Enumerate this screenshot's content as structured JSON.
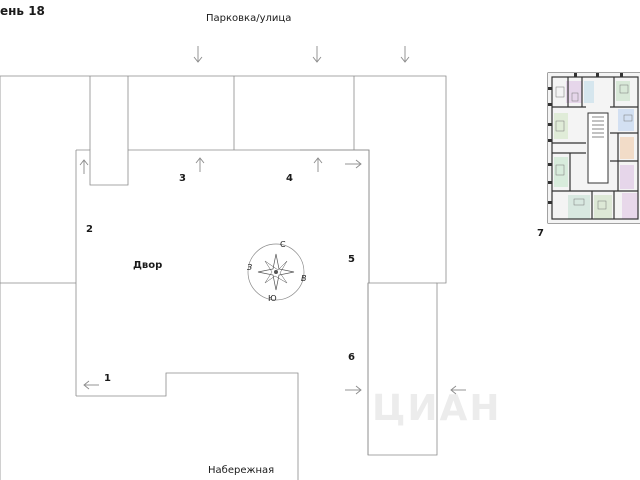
{
  "header": {
    "floor_title": "ень 18"
  },
  "labels": {
    "top_street": "Парковка/улица",
    "bottom_street": "Набережная",
    "courtyard": "Двор"
  },
  "sections": [
    "1",
    "2",
    "3",
    "4",
    "5",
    "6",
    "7"
  ],
  "compass": {
    "north": "С",
    "east": "В",
    "south": "Ю",
    "west": "З"
  },
  "watermark": "ЦИАН",
  "colors": {
    "line": "#8a8a8a",
    "text": "#1a1a1a"
  }
}
